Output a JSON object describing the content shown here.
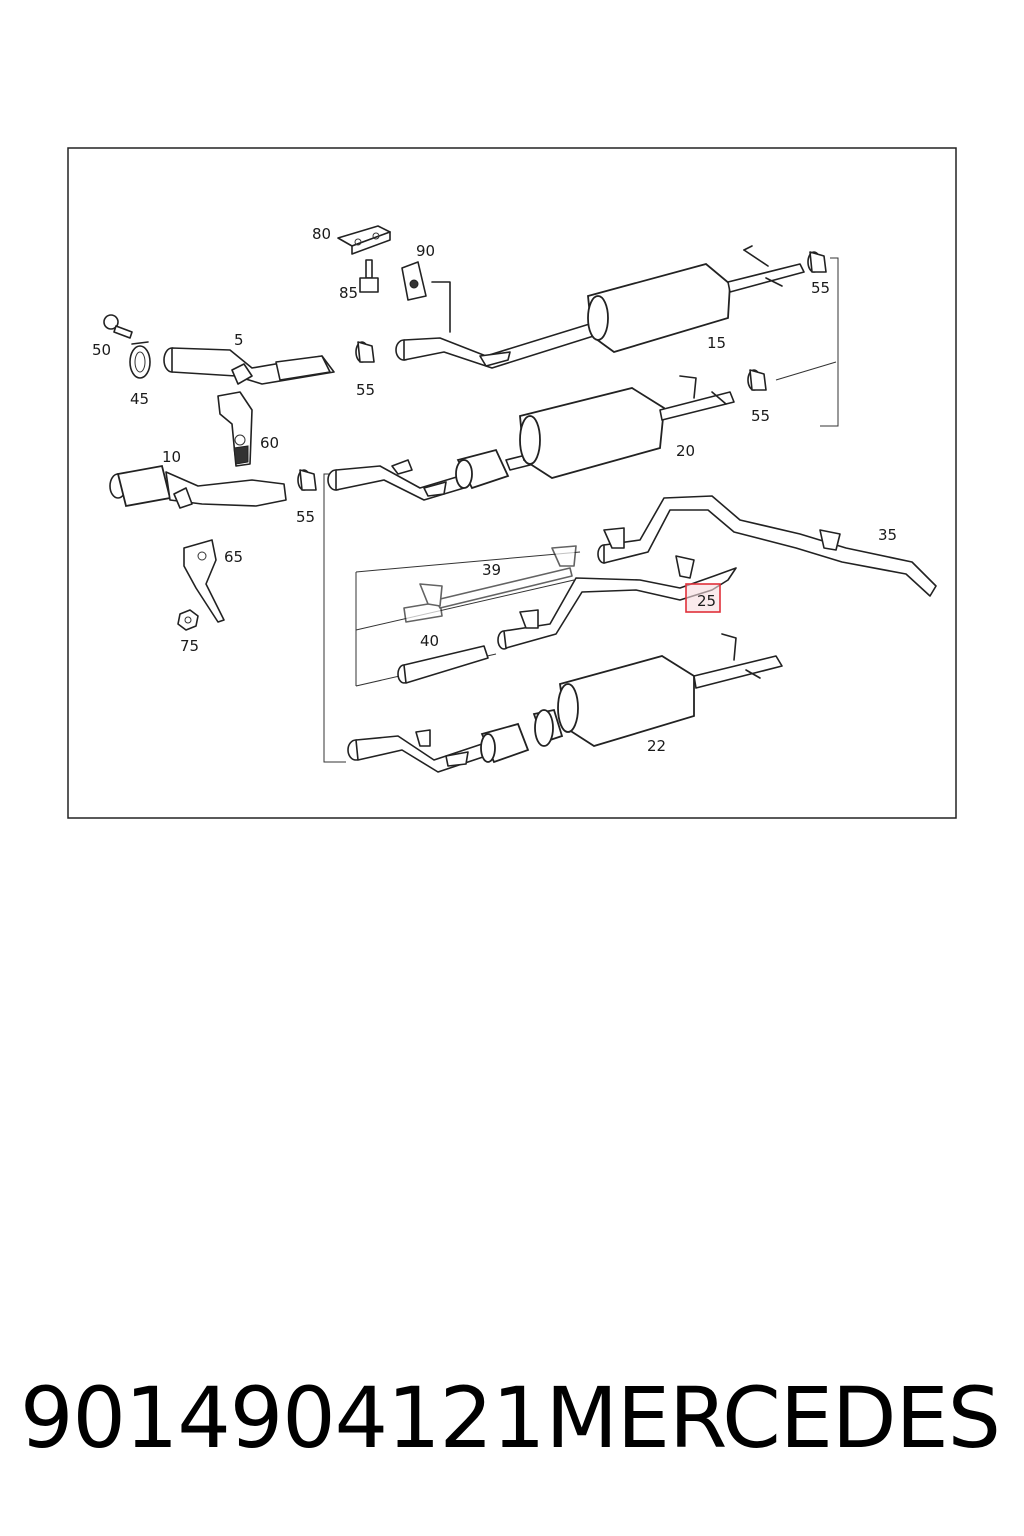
{
  "diagram": {
    "highlight_color": "#e0303a",
    "highlighted_part": "25",
    "labels": [
      {
        "id": "80",
        "text": "80"
      },
      {
        "id": "90",
        "text": "90"
      },
      {
        "id": "85",
        "text": "85"
      },
      {
        "id": "55a",
        "text": "55"
      },
      {
        "id": "50",
        "text": "50"
      },
      {
        "id": "5",
        "text": "5"
      },
      {
        "id": "15",
        "text": "15"
      },
      {
        "id": "45",
        "text": "45"
      },
      {
        "id": "55b",
        "text": "55"
      },
      {
        "id": "55c",
        "text": "55"
      },
      {
        "id": "60",
        "text": "60"
      },
      {
        "id": "20",
        "text": "20"
      },
      {
        "id": "10",
        "text": "10"
      },
      {
        "id": "55d",
        "text": "55"
      },
      {
        "id": "35",
        "text": "35"
      },
      {
        "id": "39",
        "text": "39"
      },
      {
        "id": "65",
        "text": "65"
      },
      {
        "id": "25",
        "text": "25"
      },
      {
        "id": "40",
        "text": "40"
      },
      {
        "id": "75",
        "text": "75"
      },
      {
        "id": "22",
        "text": "22"
      }
    ]
  },
  "caption": {
    "part_number": "9014904121",
    "brand": "MERCEDES"
  }
}
